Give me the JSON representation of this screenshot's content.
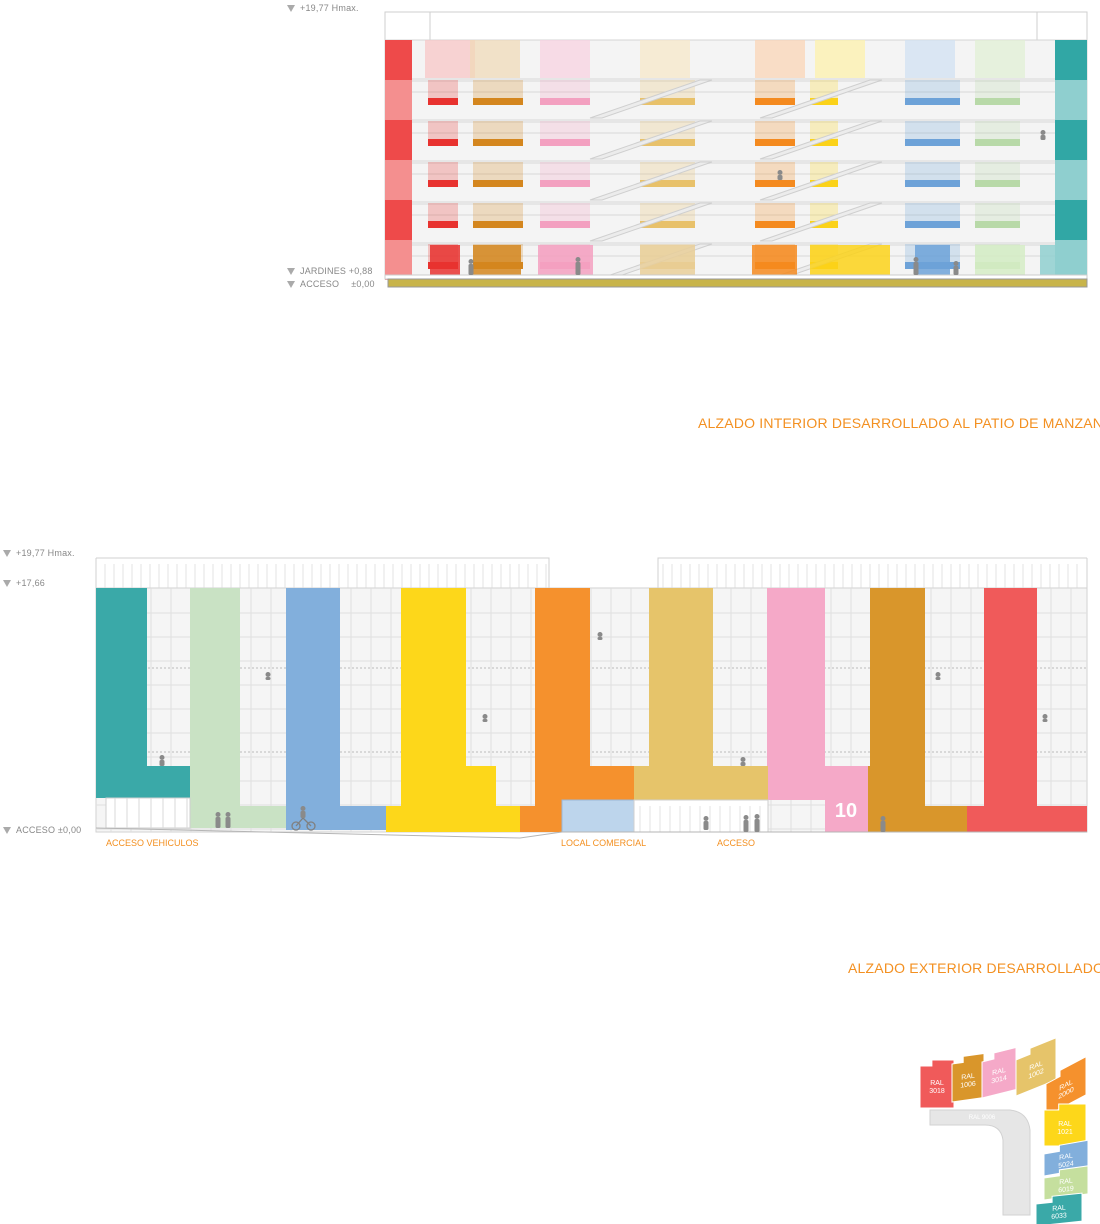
{
  "interior_elevation": {
    "title": "ALZADO INTERIOR DESARROLLADO AL  PATIO DE MANZANA",
    "level_hmax": "+19,77 Hmax.",
    "level_gardens": "JARDINES +0,88",
    "level_access_label": "ACCESO",
    "level_access_value": "±0,00"
  },
  "exterior_elevation": {
    "title": "ALZADO EXTERIOR DESARROLLADO",
    "level_hmax": "+19,77 Hmax.",
    "level_top": "+17,66",
    "level_access": "ACCESO  ±0,00",
    "label_vehicles": "ACCESO VEHICULOS",
    "label_commercial": "LOCAL COMERCIAL",
    "label_access": "ACCESO",
    "portal_number": "10"
  },
  "ral_legend": {
    "base_label": "RAL 9006",
    "swatches": [
      {
        "line1": "RAL",
        "line2": "3018",
        "color": "#f05a5a"
      },
      {
        "line1": "RAL",
        "line2": "1006",
        "color": "#d9962b"
      },
      {
        "line1": "RAL",
        "line2": "3014",
        "color": "#f5a9c8"
      },
      {
        "line1": "RAL",
        "line2": "1002",
        "color": "#e6c46a"
      },
      {
        "line1": "RAL",
        "line2": "2000",
        "color": "#f5912d"
      },
      {
        "line1": "RAL",
        "line2": "1021",
        "color": "#fdd71a"
      },
      {
        "line1": "RAL",
        "line2": "5024",
        "color": "#82afdc"
      },
      {
        "line1": "RAL",
        "line2": "6019",
        "color": "#c5df9e"
      },
      {
        "line1": "RAL",
        "line2": "6033",
        "color": "#3aa9a8"
      }
    ]
  }
}
